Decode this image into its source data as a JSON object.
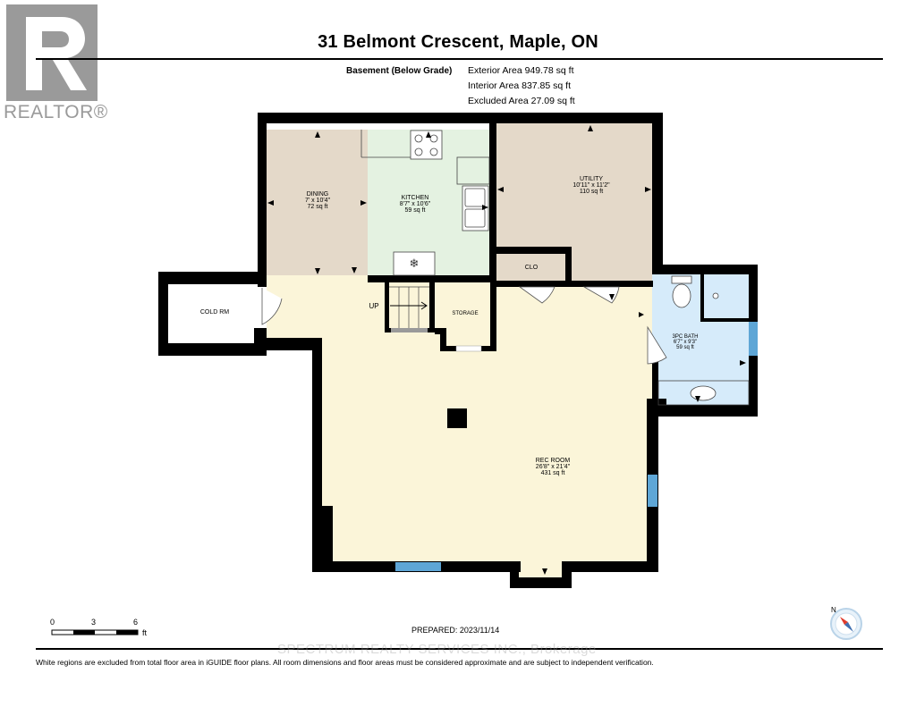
{
  "header": {
    "title": "31 Belmont Crescent, Maple, ON",
    "level": "Basement (Below Grade)",
    "areas": [
      "Exterior Area 949.78 sq ft",
      "Interior Area 837.85 sq ft",
      "Excluded Area 27.09 sq ft"
    ]
  },
  "logo": {
    "text": "REALTOR®",
    "icon": "realtor-r-logo"
  },
  "rooms": {
    "dining": {
      "name": "DINING",
      "dims": "7' x 10'4\"",
      "area": "72 sq ft"
    },
    "kitchen": {
      "name": "KITCHEN",
      "dims": "8'7\" x 10'6\"",
      "area": "59 sq ft"
    },
    "utility": {
      "name": "UTILITY",
      "dims": "10'11\" x 11'2\"",
      "area": "110 sq ft"
    },
    "clo": {
      "name": "CLO"
    },
    "cold_rm": {
      "name": "COLD RM"
    },
    "storage": {
      "name": "STORAGE"
    },
    "bath": {
      "name": "3PC BATH",
      "dims": "6'7\" x 9'3\"",
      "area": "59 sq ft"
    },
    "rec": {
      "name": "REC ROOM",
      "dims": "26'8\" x 21'4\"",
      "area": "431 sq ft"
    },
    "stairs": {
      "label": "UP"
    }
  },
  "colors": {
    "wall": "#000000",
    "dining": "#e4d9c9",
    "kitchen": "#e4f2e1",
    "utility": "#e4d9c9",
    "clo": "#e4d9c9",
    "storage": "#e4d9c9",
    "bath": "#d6ebfa",
    "rec": "#fbf5d9",
    "window": "#5ea6d6"
  },
  "scale": {
    "labels": [
      "0",
      "3",
      "6"
    ],
    "unit": "ft"
  },
  "footer": {
    "prepared": "PREPARED: 2023/11/14",
    "disclaimer": "White regions are excluded from total floor area in iGUIDE floor plans. All room dimensions and floor areas must be considered approximate and are subject to independent verification.",
    "watermark": "SPECTRUM REALTY SERVICES INC., Brokerage"
  },
  "compass": {
    "label": "N",
    "icon": "north-compass-icon"
  }
}
